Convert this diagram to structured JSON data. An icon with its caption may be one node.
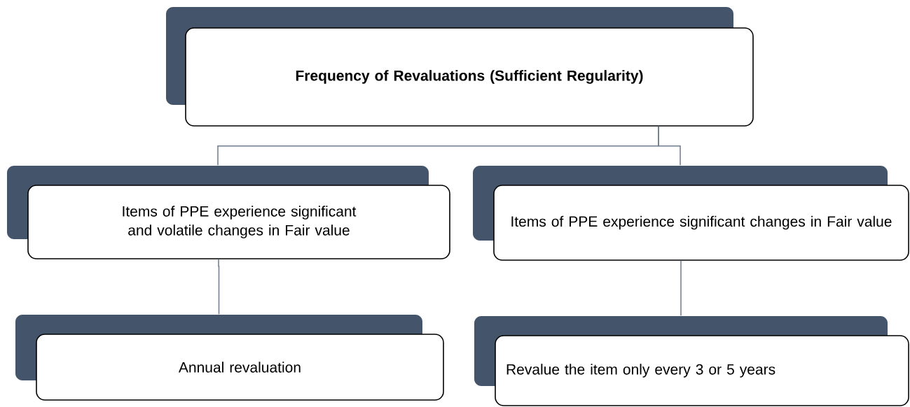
{
  "diagram": {
    "nodes": [
      {
        "text": [
          "Frequency of Revaluations (Sufficient Regularity)"
        ]
      },
      {
        "text": [
          "Items of PPE experience significant and volatile changes in Fair value"
        ]
      },
      {
        "text": [
          "Items of PPE experience significant changes in Fair value"
        ]
      },
      {
        "text": [
          "Annual revaluation"
        ]
      },
      {
        "text": [
          "Revalue the item only every 3 or 5 years"
        ]
      }
    ],
    "edges": [
      {
        "from": 0,
        "to": 1,
        "arrow": "none"
      },
      {
        "from": 0,
        "to": 2,
        "arrow": "none"
      },
      {
        "from": 1,
        "to": 3,
        "arrow": "none"
      },
      {
        "from": 2,
        "to": 4,
        "arrow": "none"
      }
    ]
  }
}
